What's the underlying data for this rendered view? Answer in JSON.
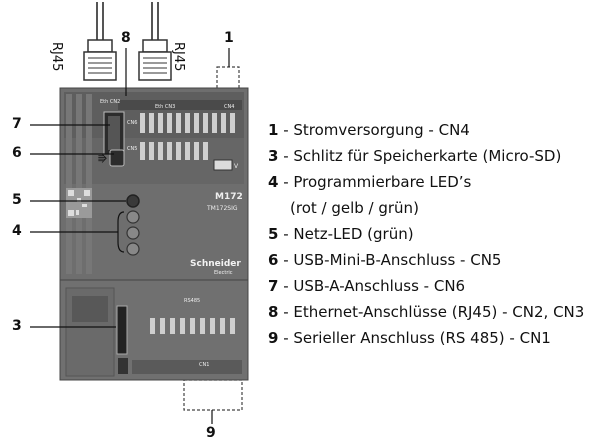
{
  "callouts": {
    "c1": "1",
    "c3": "3",
    "c4": "4",
    "c5": "5",
    "c6": "6",
    "c7": "7",
    "c8": "8",
    "c9": "9"
  },
  "rj_labels": [
    "RJ45",
    "RJ45"
  ],
  "device": {
    "model": "M172",
    "part": "TM172SIG",
    "brand": "Schneider",
    "brand_sub": "Electric",
    "port_labels": {
      "eth_cn2": "Eth CN2",
      "eth_cn3": "Eth CN3",
      "cn4": "CN4",
      "cn5": "CN5",
      "cn6": "CN6",
      "cn1": "CN1",
      "rs485": "RS485",
      "power_v": "V",
      "usb_symbol": "⭆"
    }
  },
  "legend": [
    {
      "num": "1",
      "text": " - Stromversorgung - CN4"
    },
    {
      "num": "3",
      "text": " - Schlitz für Speicherkarte (Micro-SD)"
    },
    {
      "num": "4",
      "text": " - Programmierbare LED’s"
    },
    {
      "num": "",
      "text": "(rot / gelb / grün)"
    },
    {
      "num": "5",
      "text": " - Netz-LED (grün)"
    },
    {
      "num": "6",
      "text": " - USB-Mini-B-Anschluss - CN5"
    },
    {
      "num": "7",
      "text": " - USB-A-Anschluss - CN6"
    },
    {
      "num": "8",
      "text": " - Ethernet-Anschlüsse (RJ45) - CN2, CN3"
    },
    {
      "num": "9",
      "text": " - Serieller Anschluss (RS 485) - CN1"
    }
  ]
}
